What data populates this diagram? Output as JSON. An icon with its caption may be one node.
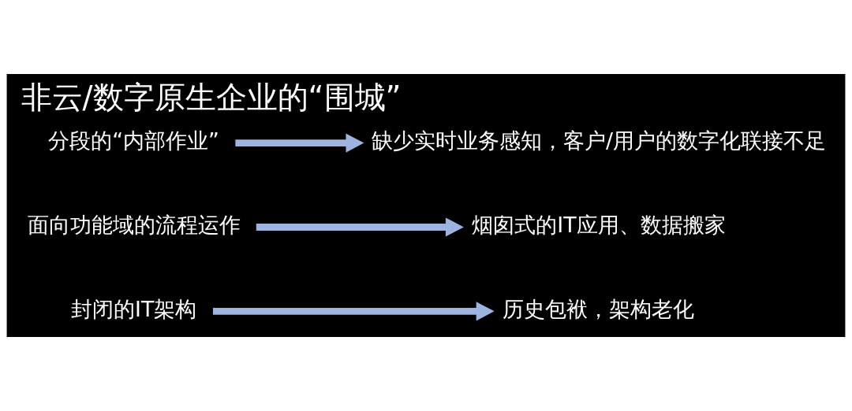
{
  "diagram": {
    "title": "非云/数字原生企业的“围城”",
    "nodes": [
      {
        "text": [
          "封闭的IT架构"
        ]
      },
      {
        "text": [
          "历史包袱，架构老化"
        ]
      },
      {
        "text": [
          "面向功能域的流程运作"
        ]
      },
      {
        "text": [
          "烟囱式的IT应用、数据搬家"
        ]
      },
      {
        "text": [
          "分段的“内部作业”"
        ]
      },
      {
        "text": [
          "缺少实时业务感知，客户/用户的数字化联接不足"
        ]
      }
    ],
    "edges": [
      {
        "from": 0,
        "to": 1,
        "arrow": "to"
      },
      {
        "from": 2,
        "to": 3,
        "arrow": "to"
      },
      {
        "from": 4,
        "to": 5,
        "arrow": "to"
      }
    ]
  }
}
